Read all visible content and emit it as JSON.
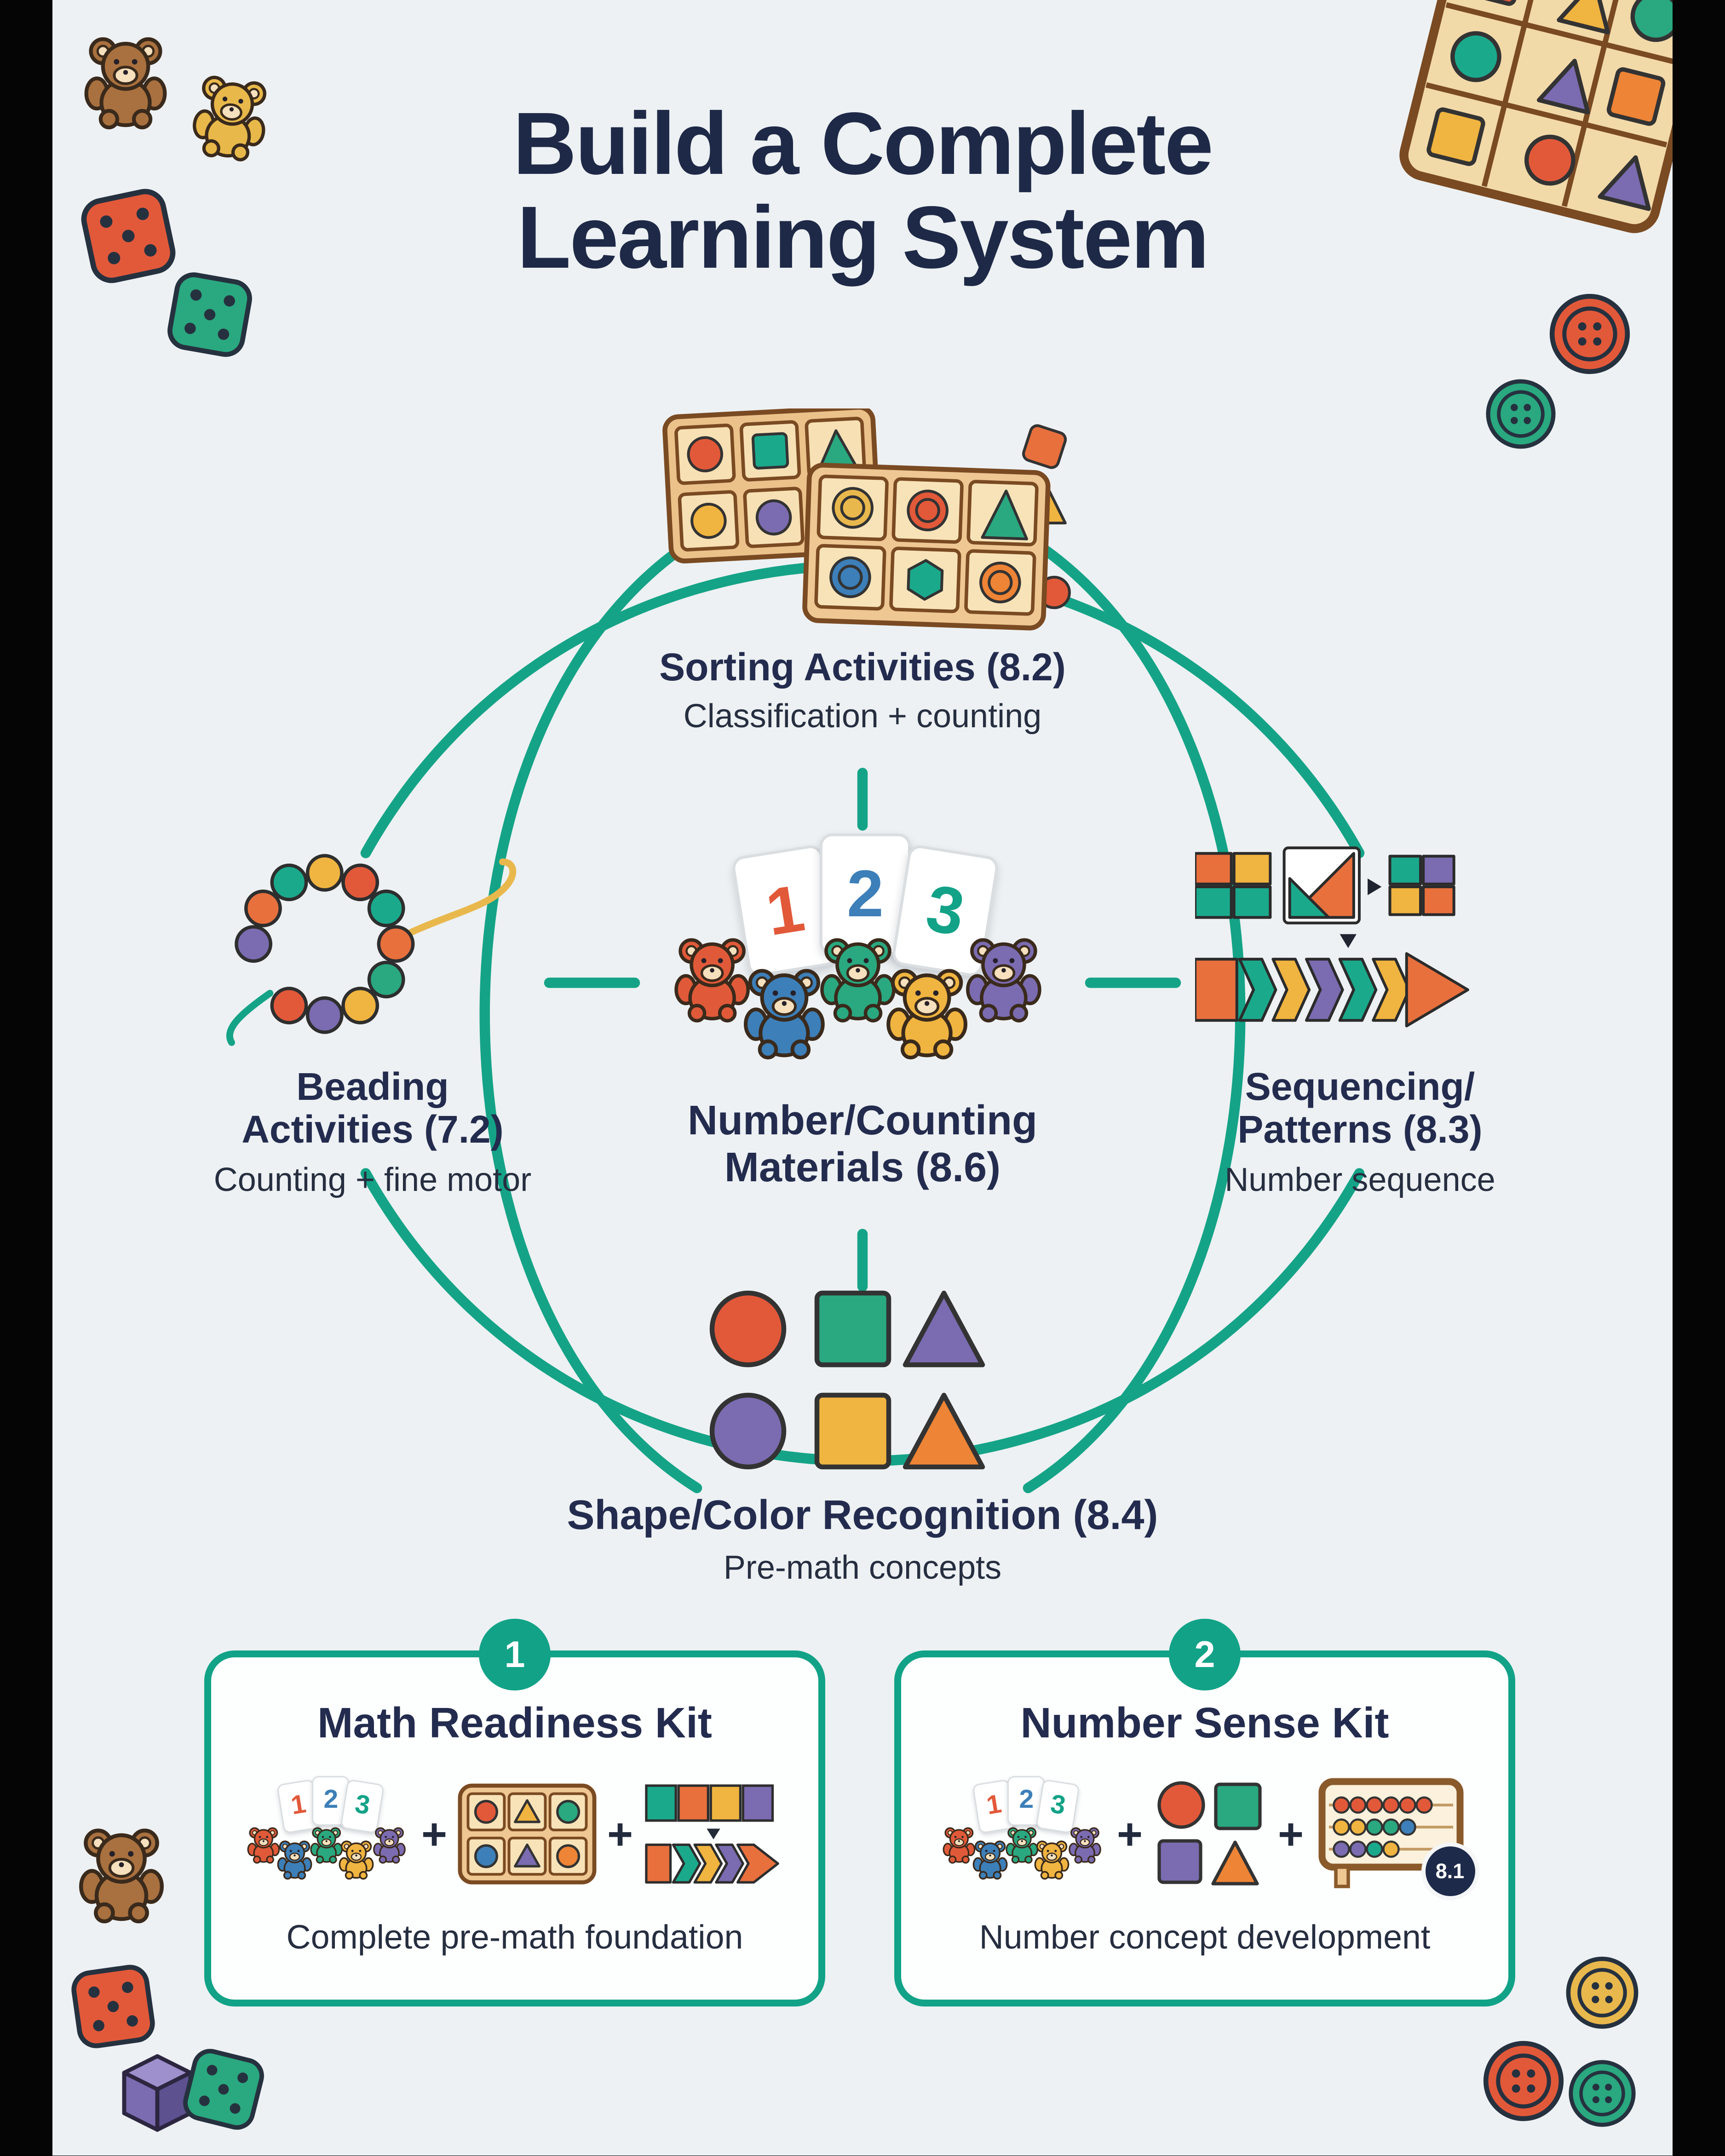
{
  "poster": {
    "title_line1": "Build a Complete",
    "title_line2": "Learning System"
  },
  "nodes": {
    "sorting": {
      "title": "Sorting Activities (8.2)",
      "subtitle": "Classification + counting"
    },
    "beading": {
      "title_line1": "Beading",
      "title_line2": "Activities (7.2)",
      "subtitle": "Counting + fine motor"
    },
    "center": {
      "title_line1": "Number/Counting",
      "title_line2": "Materials (8.6)",
      "cards": [
        "1",
        "2",
        "3"
      ]
    },
    "sequencing": {
      "title_line1": "Sequencing/",
      "title_line2": "Patterns (8.3)",
      "subtitle": "Number sequence"
    },
    "shapes": {
      "title": "Shape/Color Recognition (8.4)",
      "subtitle": "Pre-math concepts"
    }
  },
  "kits": [
    {
      "number": "1",
      "title": "Math Readiness Kit",
      "caption": "Complete pre-math foundation"
    },
    {
      "number": "2",
      "title": "Number Sense Kit",
      "caption": "Number concept development",
      "abacus_badge": "8.1"
    }
  ],
  "ui": {
    "plus": "+"
  },
  "colors": {
    "background": "#edf1f3",
    "accent_teal": "#12a287",
    "title_navy": "#1e2947",
    "orange_red": "#e2593a",
    "orange": "#ee8435",
    "yellow": "#f0b440",
    "green": "#2aa87f",
    "blue": "#3d7fb8",
    "purple": "#7b6bb0",
    "wood": "#eec793"
  },
  "decorations": {
    "top_left": [
      "teddy-bear-brown",
      "teddy-bear-yellow",
      "die-orange",
      "die-green"
    ],
    "top_right": [
      "shape-board",
      "button-red",
      "button-green"
    ],
    "bottom_left": [
      "teddy-bear-brown",
      "die-orange",
      "cube-purple",
      "die-green"
    ],
    "bottom_right": [
      "button-yellow",
      "button-red",
      "button-green"
    ]
  }
}
